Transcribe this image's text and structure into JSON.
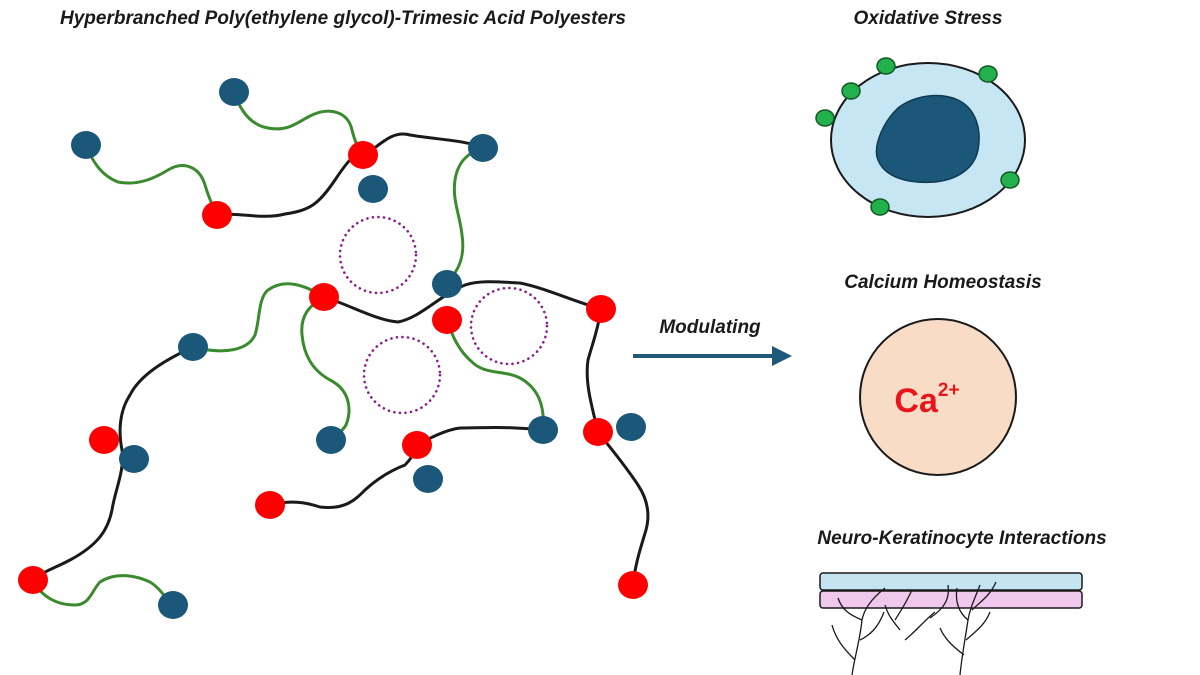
{
  "figure": {
    "polymer_title": "Hyperbranched Poly(ethylene glycol)-Trimesic Acid Polyesters",
    "arrow_label": "Modulating",
    "panels": {
      "oxidative_stress": {
        "title": "Oxidative Stress"
      },
      "calcium_homeostasis": {
        "title": "Calcium Homeostasis",
        "ion_symbol": "Ca",
        "ion_charge": "2+"
      },
      "neuro_keratinocyte": {
        "title": "Neuro-Keratinocyte Interactions"
      }
    }
  },
  "colors": {
    "backbone": "#1a1a1a",
    "peg_chain": "#3a8a2e",
    "acid_node": "#ff0000",
    "end_group": "#1a5778",
    "pore_ring": "#8b1e8b",
    "arrow": "#1f5878",
    "cell_fill": "#c7e6f4",
    "cell_nucleus": "#1a5778",
    "antioxidant": "#22b14c",
    "calcium_fill": "#f9dcc6",
    "calcium_text": "#e8161b",
    "keratinocyte_layer": "#c4e4f2",
    "dermis_layer": "#f0c8ec",
    "nerve": "#1a1a1a"
  }
}
